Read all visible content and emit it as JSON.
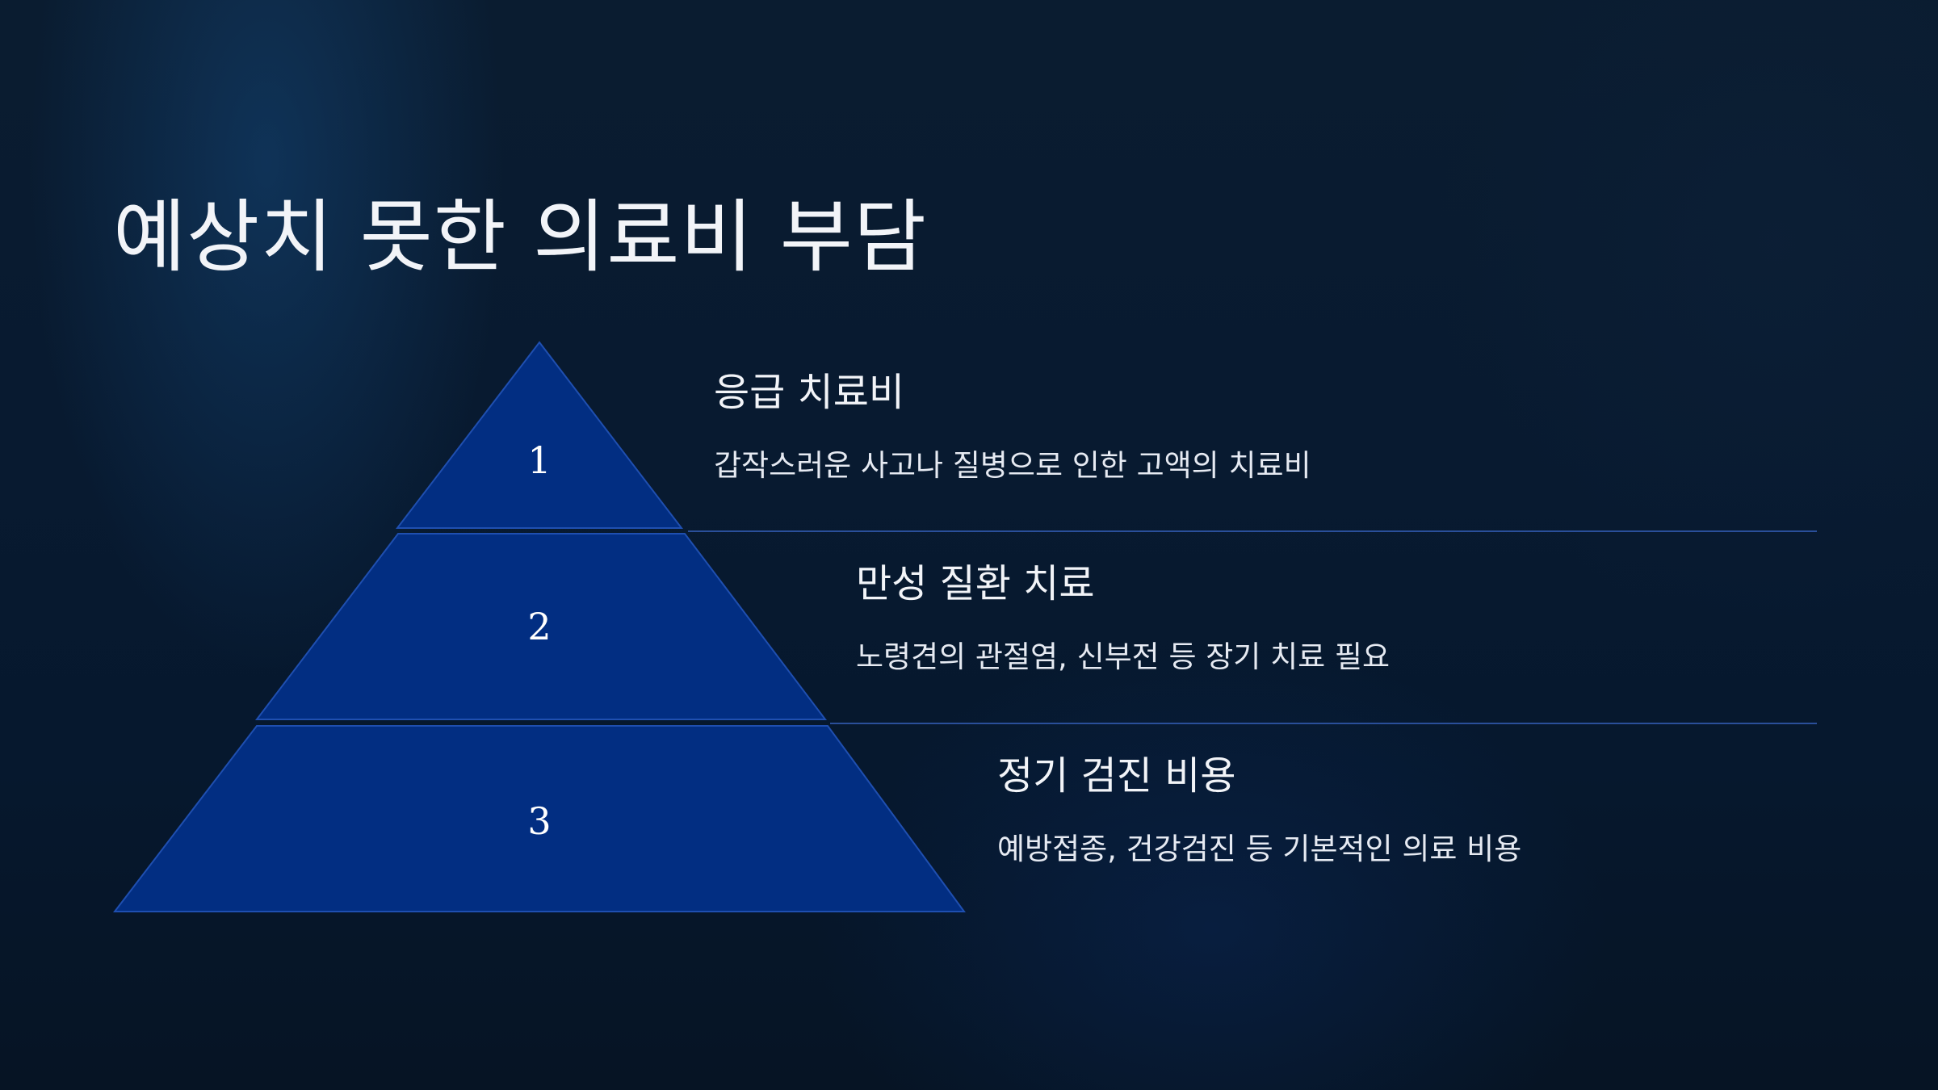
{
  "slide": {
    "title": "예상치 못한 의료비 부담"
  },
  "colors": {
    "tier_fill": "#022e82",
    "tier_stroke": "#1f4fb0",
    "divider": "#2a4f9a",
    "text": "#f2f4f8"
  },
  "tiers": [
    {
      "number": "1",
      "heading": "응급 치료비",
      "description": "갑작스러운 사고나 질병으로 인한 고액의 치료비"
    },
    {
      "number": "2",
      "heading": "만성 질환 치료",
      "description": "노령견의 관절염, 신부전 등 장기 치료 필요"
    },
    {
      "number": "3",
      "heading": "정기 검진 비용",
      "description": "예방접종, 건강검진 등 기본적인 의료 비용"
    }
  ]
}
